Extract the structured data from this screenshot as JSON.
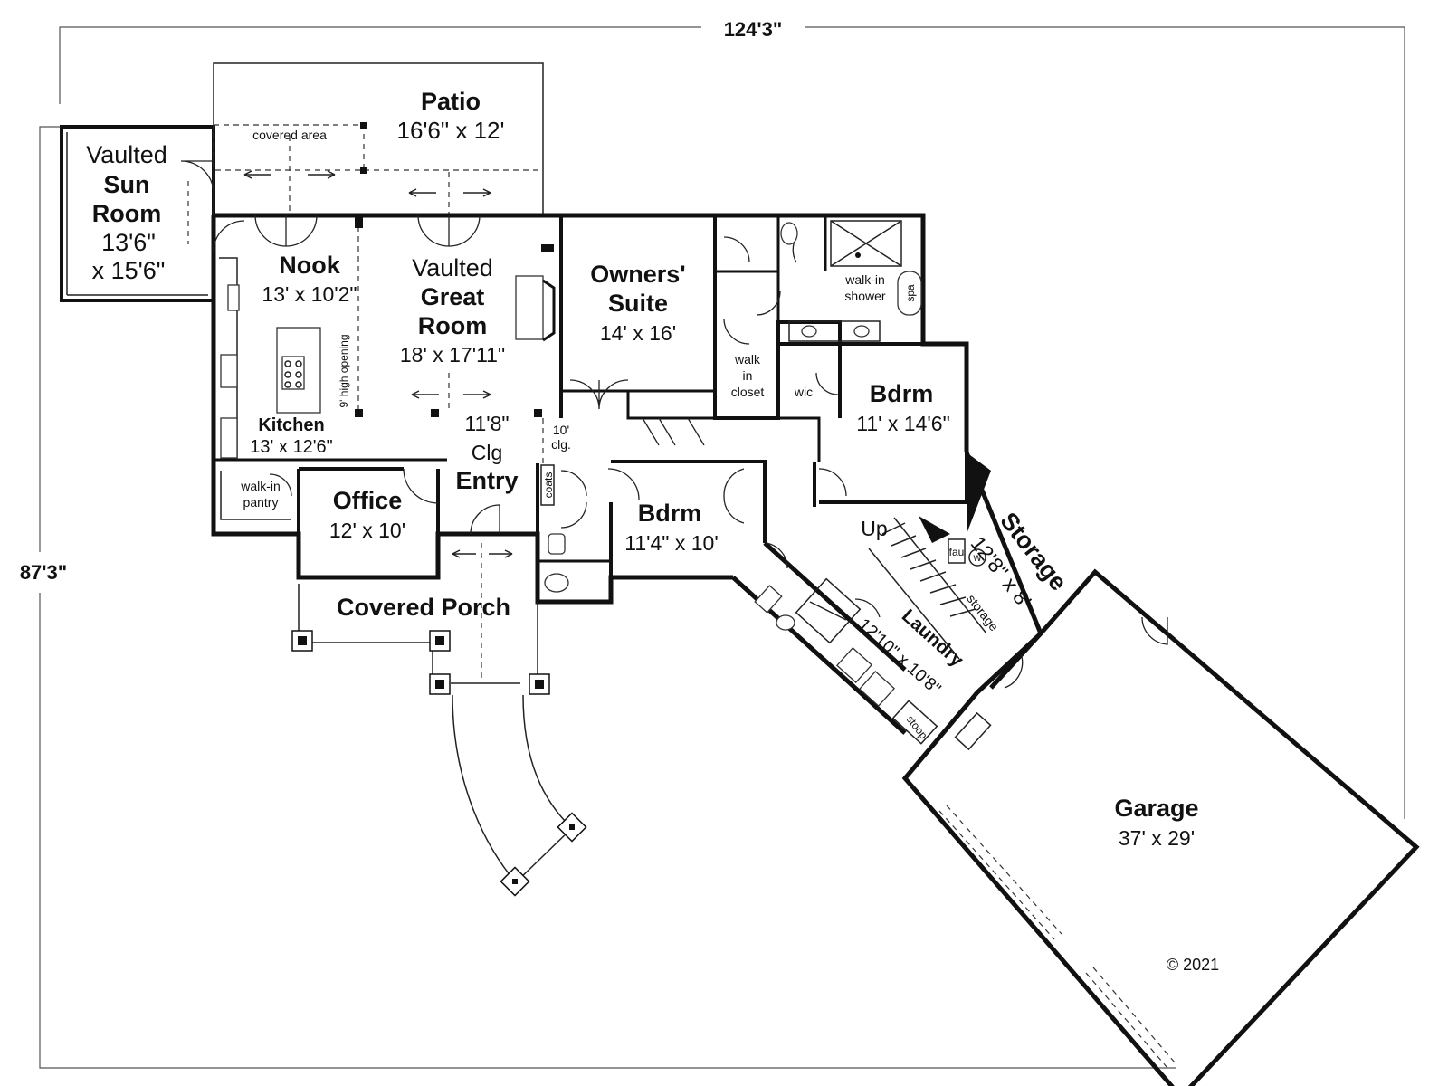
{
  "dimensions": {
    "width": "124'3\"",
    "depth": "87'3\""
  },
  "rooms": {
    "sun_room": {
      "line1": "Vaulted",
      "name1": "Sun",
      "name2": "Room",
      "dim1": "13'6\"",
      "dim2": "x 15'6\""
    },
    "patio": {
      "name": "Patio",
      "dim": "16'6\" x 12'",
      "note": "covered area"
    },
    "nook": {
      "name": "Nook",
      "dim": "13' x 10'2\""
    },
    "great_room": {
      "line1": "Vaulted",
      "name1": "Great",
      "name2": "Room",
      "dim": "18' x 17'11\""
    },
    "opening_note": "9' high opening",
    "kitchen": {
      "name": "Kitchen",
      "dim": "13' x 12'6\""
    },
    "pantry": {
      "line1": "walk-in",
      "line2": "pantry"
    },
    "office": {
      "name": "Office",
      "dim": "12' x 10'"
    },
    "entry": {
      "clg1": "11'8\"",
      "clg2": "Clg",
      "name": "Entry"
    },
    "entry_ceiling": {
      "line1": "10'",
      "line2": "clg."
    },
    "coats": "coats",
    "covered_porch": {
      "name": "Covered Porch"
    },
    "owners_suite": {
      "name1": "Owners'",
      "name2": "Suite",
      "dim": "14' x 16'"
    },
    "owners_bath": {
      "shower1": "walk-in",
      "shower2": "shower",
      "spa": "spa"
    },
    "walk_closet": {
      "line1": "walk",
      "line2": "in",
      "line3": "closet"
    },
    "wic": "wic",
    "bedroom_right": {
      "name": "Bdrm",
      "dim": "11' x 14'6\""
    },
    "bedroom_center": {
      "name": "Bdrm",
      "dim": "11'4\" x 10'"
    },
    "stairs": {
      "label": "Up"
    },
    "storage": {
      "name": "Storage",
      "dim": "12'8\" x 8'",
      "fau": "fau",
      "wh": "w"
    },
    "small_storage": "storage",
    "laundry": {
      "name": "Laundry",
      "dim": "12'10\" x 10'8\""
    },
    "stoop": "stoop",
    "garage": {
      "name": "Garage",
      "dim": "37' x 29'"
    }
  },
  "copyright": "© 2021"
}
